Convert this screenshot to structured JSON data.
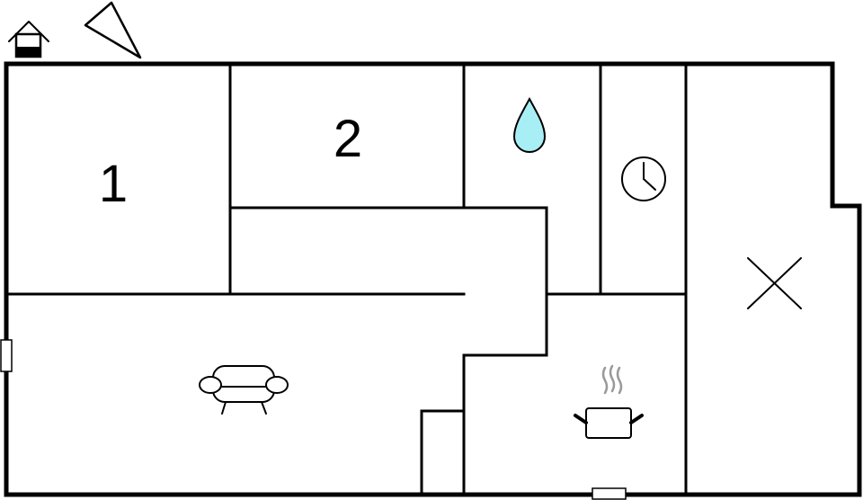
{
  "floorplan": {
    "rooms": [
      {
        "id": "bedroom-1",
        "label": "1"
      },
      {
        "id": "bedroom-2",
        "label": "2"
      }
    ],
    "icons": {
      "house": "house-icon",
      "north": "north-arrow-icon",
      "bathroom": "water-drop-icon",
      "utility": "clock-icon",
      "storage": "cross-icon",
      "living": "sofa-icon",
      "kitchen": "cooking-pot-icon"
    },
    "colors": {
      "wall": "#000000",
      "water": "#a8eef5",
      "background": "#ffffff"
    }
  }
}
